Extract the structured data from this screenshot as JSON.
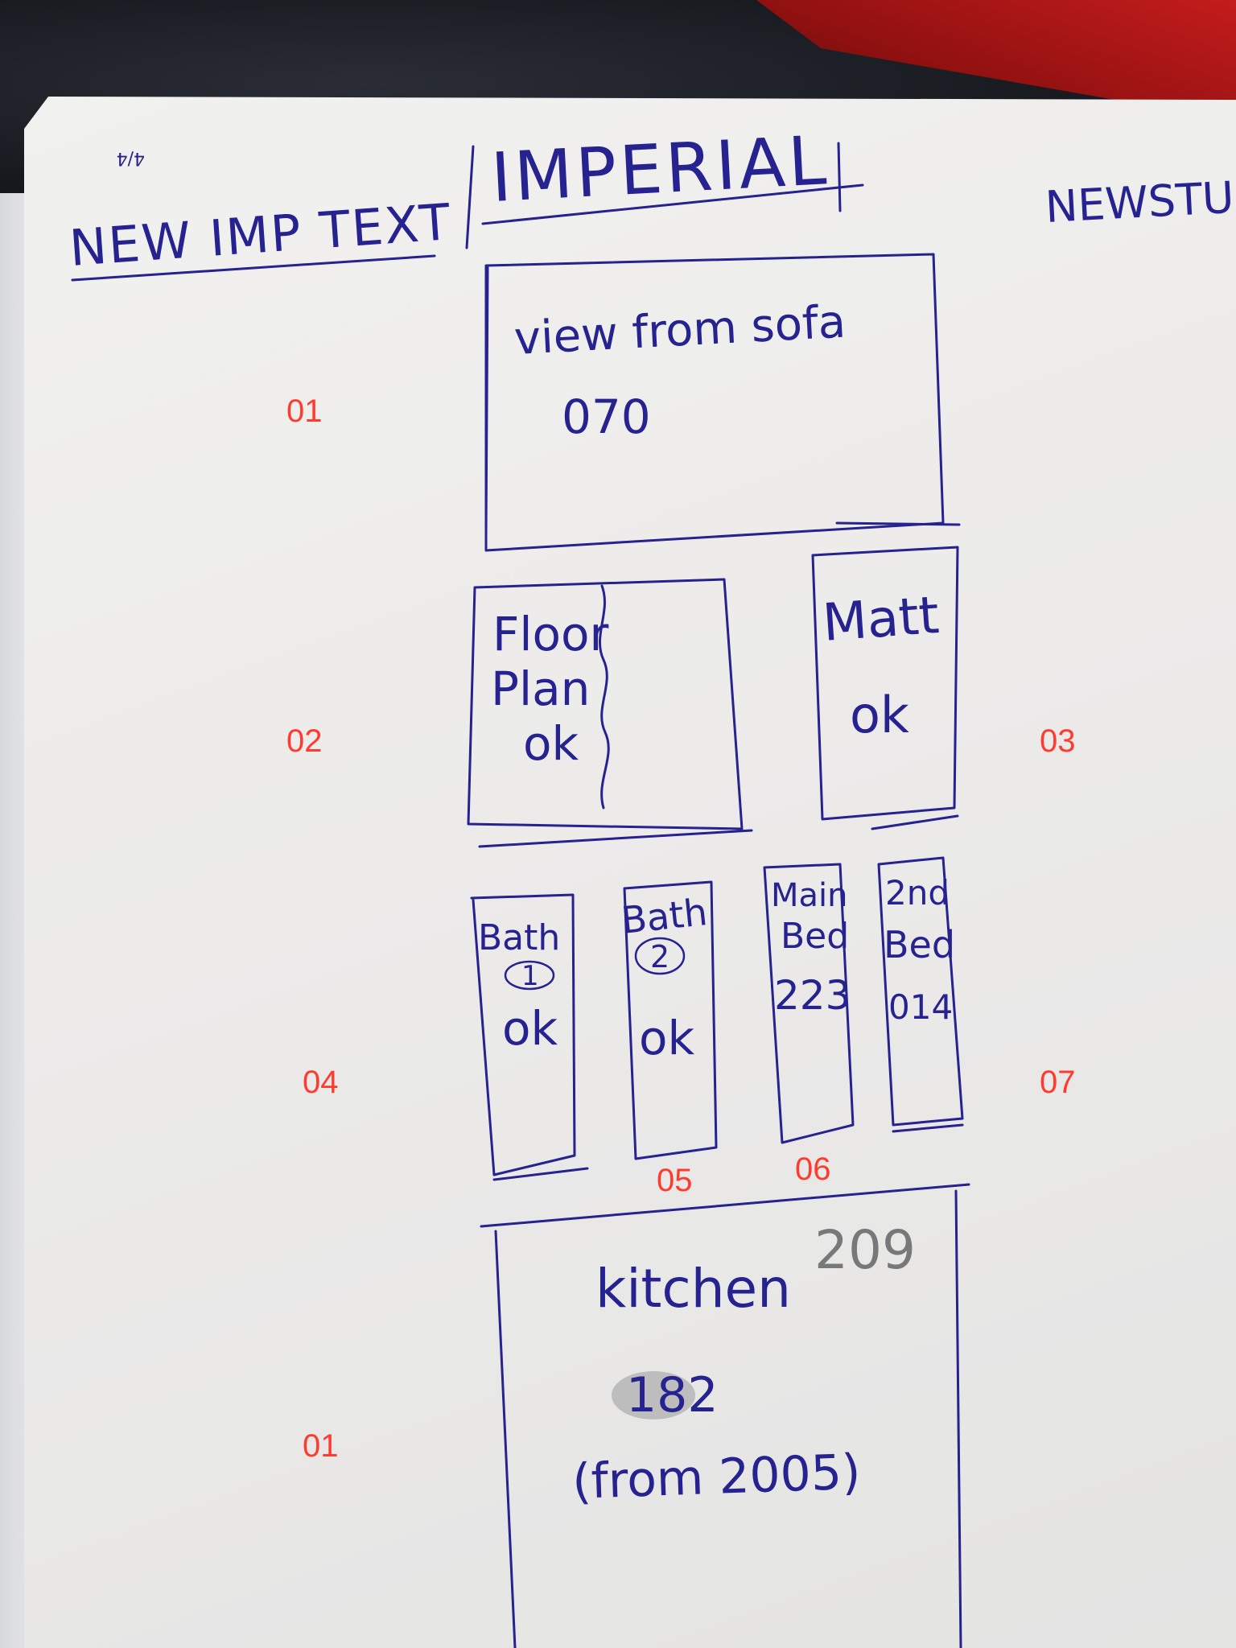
{
  "page": {
    "page_number": "4/4",
    "left_heading": "NEW IMP TEXT",
    "center_heading": "IMPERIAL",
    "right_heading": "NEWSTU"
  },
  "sketch_boxes": {
    "view_box": {
      "title": "view from sofa",
      "value": "070"
    },
    "floorplan_box": {
      "line1": "Floor",
      "line2": "Plan",
      "status": "ok"
    },
    "matt_box": {
      "title": "Matt",
      "status": "ok"
    },
    "bath1_box": {
      "title": "Bath",
      "number": "1",
      "status": "ok"
    },
    "bath2_box": {
      "title": "Bath",
      "number": "2",
      "status": "ok"
    },
    "mainbed_box": {
      "line1": "Main",
      "line2": "Bed",
      "value": "223"
    },
    "secondbed_box": {
      "line1": "2nd",
      "line2": "Bed",
      "value": "014"
    },
    "kitchen_box": {
      "title": "kitchen",
      "pencil_value": "209",
      "value": "182",
      "note": "(from 2005)"
    }
  },
  "annotations": {
    "a1": "01",
    "a2": "02",
    "a3": "03",
    "a4": "04",
    "a5": "05",
    "a6": "06",
    "a7": "07",
    "a8": "01"
  },
  "colors": {
    "ink": "#26228f",
    "annotation": "#ff3b2f",
    "pencil": "#77787a",
    "paper": "#eeeeec"
  }
}
